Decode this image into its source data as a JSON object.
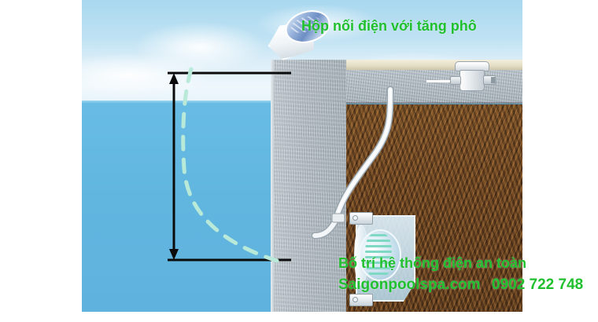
{
  "diagram": {
    "title_label": "Hộp nối điện với tăng phô",
    "caption_line1": "Bố trí hệ thống điện an toàn",
    "caption_site": "Saigonpoolspa.com",
    "caption_phone": "0902 722 748",
    "colors": {
      "label_green": "#21c02e",
      "water_blue": "#62b8e2",
      "sky_blue": "#b9e0f2",
      "soil_brown": "#6d4422",
      "concrete_gray": "#aeb9c1",
      "coping_cream": "#e9e2ca",
      "arrow_black": "#101010",
      "arrow_white": "#ffffff",
      "cord_mint": "#a8e6d4"
    },
    "regions": {
      "sky": "sky-above-waterline",
      "water": "pool-water",
      "pool_wall": "pool-concrete-wall",
      "deck": "pool-deck-concrete",
      "coping": "pool-coping",
      "soil": "earth-backfill"
    },
    "parts": {
      "junction_box": "Hộp nối điện",
      "down_arrow": "down-arrow-to-junction-box",
      "deck_arrow": "white-direction-arrow",
      "conduit": "flexible-conduit",
      "light_niche": "underwater-light-niche",
      "lamp": "pool-lamp",
      "float_lamp": "detached-pool-lamp",
      "cord_path": "lamp-cord-dashed-path",
      "dimension": "depth-dimension-arrow"
    }
  }
}
